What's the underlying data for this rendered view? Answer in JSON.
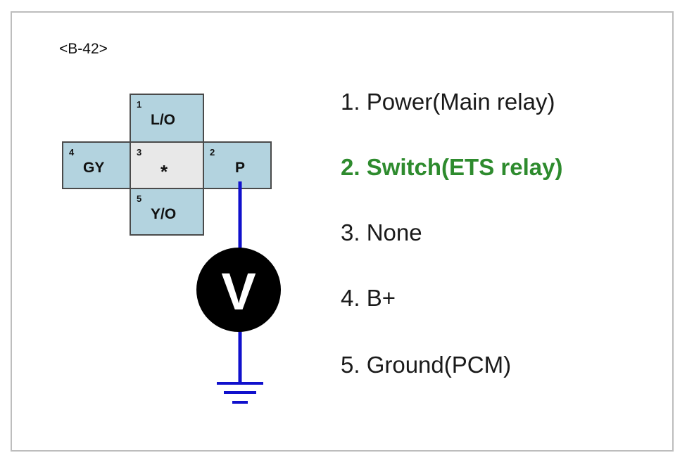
{
  "connector": {
    "id": "<B-42>",
    "pins": [
      {
        "num": "1",
        "wire": "L/O"
      },
      {
        "num": "2",
        "wire": "P"
      },
      {
        "num": "3",
        "wire": "*"
      },
      {
        "num": "4",
        "wire": "GY"
      },
      {
        "num": "5",
        "wire": "Y/O"
      }
    ]
  },
  "meter": {
    "symbol": "V"
  },
  "legend": [
    {
      "text": "1. Power(Main relay)"
    },
    {
      "text": "2. Switch(ETS relay)"
    },
    {
      "text": "3. None"
    },
    {
      "text": "4. B+"
    },
    {
      "text": "5. Ground(PCM)"
    }
  ],
  "colors": {
    "highlight": "#2e8b2e",
    "probe_wire": "#1010cc",
    "cell": "#b3d3df"
  }
}
